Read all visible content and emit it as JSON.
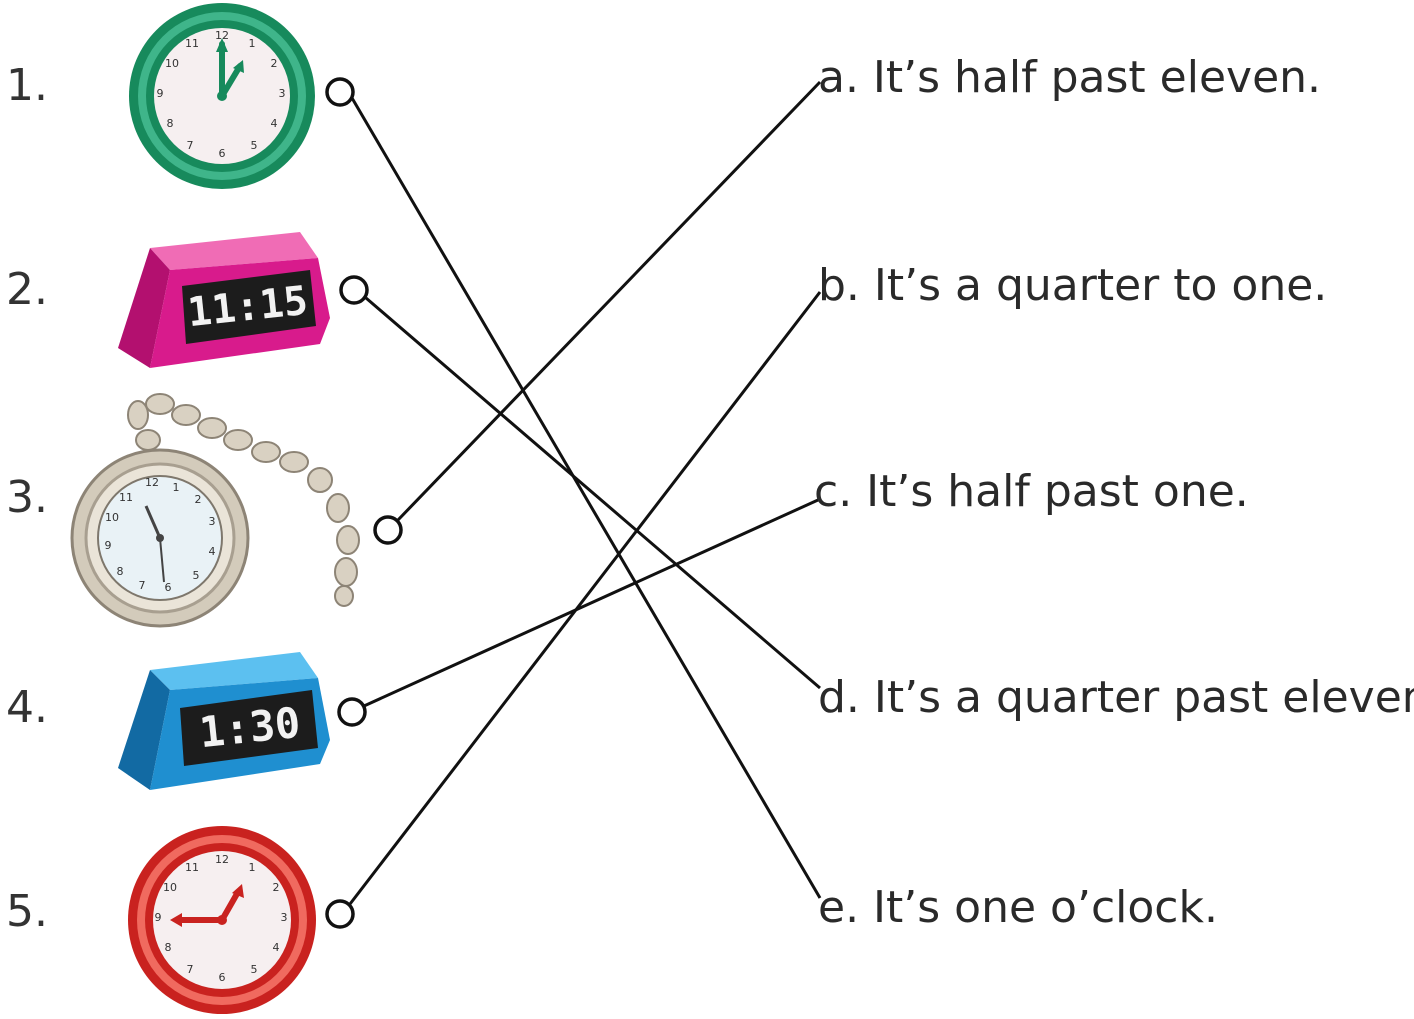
{
  "numbers": [
    "1.",
    "2.",
    "3.",
    "4.",
    "5."
  ],
  "answers": [
    "a. It’s half past eleven.",
    "b. It’s a quarter to one.",
    "c. It’s half past one.",
    "d. It’s a quarter past eleven.",
    "e. It’s one o’clock."
  ],
  "clocks": {
    "digital_1": "11:15",
    "digital_2": "1:30"
  },
  "matches": [
    {
      "item": "1.",
      "answer": "e"
    },
    {
      "item": "2.",
      "answer": "d"
    },
    {
      "item": "3.",
      "answer": "a"
    },
    {
      "item": "4.",
      "answer": "c"
    },
    {
      "item": "5.",
      "answer": "b"
    }
  ],
  "colors": {
    "clock1_ring": "#1e9a6a",
    "clock2_body": "#d81b8c",
    "clock4_body": "#1f8fd0",
    "clock5_ring": "#d8302c",
    "pocket_watch": "#c9c1b3"
  }
}
